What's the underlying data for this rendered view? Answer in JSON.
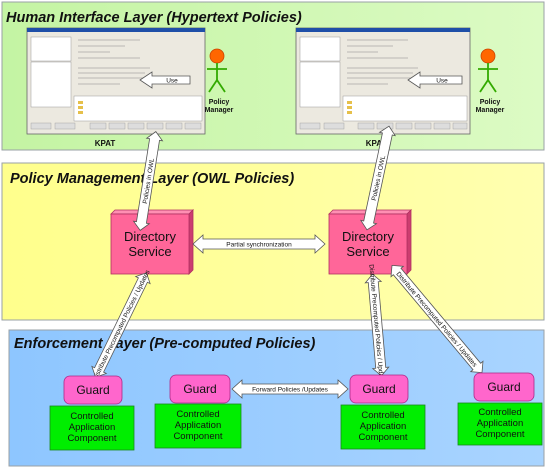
{
  "layers": {
    "human": {
      "title": "Human Interface Layer (Hypertext Policies)"
    },
    "policy": {
      "title": "Policy Management  Layer (OWL Policies)"
    },
    "enforcement": {
      "title": "Enforcement  Layer (Pre-computed Policies)"
    }
  },
  "kpat": {
    "left_caption": "KPAT",
    "right_caption": "KPAT"
  },
  "use_label": "Use",
  "actor": {
    "line1": "Policy",
    "line2": "Manager"
  },
  "directory_service": {
    "line1": "Directory",
    "line2": "Service"
  },
  "labels": {
    "policies_in_owl": "Policies in OWL",
    "partial_sync": "Partial synchronization",
    "forward_updates": "Forward Policies /Updates",
    "distribute_updates": "Distribute Precomputed Policies / Updates",
    "distribute_updates_mid": "Distribute Precomputed Policies / Updates",
    "distribute_updates_left": "Distribute Precomputed Policies / Updates"
  },
  "guard": {
    "label": "Guard"
  },
  "cac": {
    "line1": "Controlled",
    "line2": "Application",
    "line3": "Component"
  },
  "colors": {
    "human_layer": "#ccf7a9",
    "policy_layer": "#ffff99",
    "enforcement_layer": "#99ccff",
    "directory_service": "#ff6699",
    "guard": "#ff66cc",
    "component": "#00ee00",
    "actor_head": "#ff6600",
    "actor_body": "#33aa00"
  }
}
